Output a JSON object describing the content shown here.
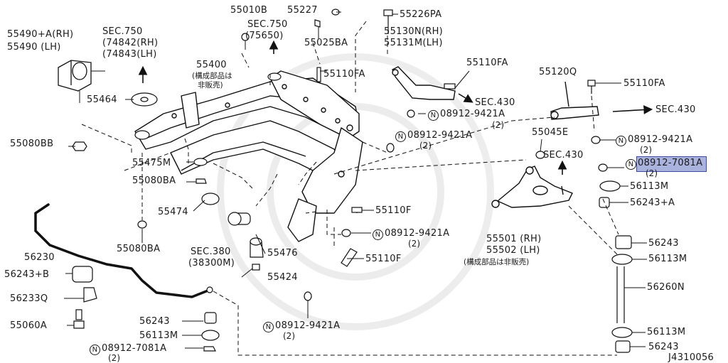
{
  "diagram": {
    "code": "J4310056",
    "highlight_label": "08912-7081A",
    "labels": {
      "p55490a": "55490+A(RH)",
      "p55490": "55490   (LH)",
      "sec750a_t": "SEC.750",
      "sec750a_1": "(74842(RH)",
      "sec750a_2": "(74843(LH)",
      "p55010b": "55010B",
      "p55227": "55227",
      "sec750b_t": "SEC.750",
      "sec750b_1": "(75650)",
      "p55025ba": "55025BA",
      "p55226pa": "55226PA",
      "p55130n": "55130N(RH)",
      "p55131m": "55131M(LH)",
      "p55110fa_a": "55110FA",
      "p55110fa_b": "55110FA",
      "p55110fa_c": "55110FA",
      "p55400": "55400",
      "note55400_1": "(構成部品は",
      "note55400_2": "非販売)",
      "p55464": "55464",
      "sec430a": "SEC.430",
      "n08912_a": "08912-9421A",
      "n08912_a_q": "(2)",
      "p55120q": "55120Q",
      "sec430b": "SEC.430",
      "p55080bb": "55080BB",
      "n08912_b": "08912-9421A",
      "n08912_b_q": "(2)",
      "p55045e": "55045E",
      "n08912_c": "08912-9421A",
      "n08912_c_q": "(2)",
      "p55475m": "55475M",
      "sec430c": "SEC.430",
      "n08912_d": "08912-7081A",
      "n08912_d_q": "(2)",
      "p55080ba_a": "55080BA",
      "p56113m_a": "56113M",
      "p55474": "55474",
      "p56243a": "56243+A",
      "p55110f_a": "55110F",
      "n08912_e": "08912-9421A",
      "n08912_e_q": "(2)",
      "p55501": "55501 (RH)",
      "p55502": "55502 (LH)",
      "note55501": "(構成部品は非販売)",
      "p56230": "56230",
      "p55080ba_b": "55080BA",
      "sec380_t": "SEC.380",
      "sec380_1": "(38300M)",
      "p55476": "55476",
      "p55110f_b": "55110F",
      "p56243_a": "56243",
      "p56113m_b": "56113M",
      "p56243b": "56243+B",
      "p55424": "55424",
      "p562330": "56233Q",
      "p56260n": "56260N",
      "p55060a": "55060A",
      "p56243_b": "56243",
      "n08912_f": "08912-9421A",
      "n08912_f_q": "(2)",
      "p56113m_c": "56113M",
      "p56113m_d": "56113M",
      "n08912_g": "08912-7081A",
      "n08912_g_q": "(2)",
      "p56243_c": "56243"
    }
  }
}
